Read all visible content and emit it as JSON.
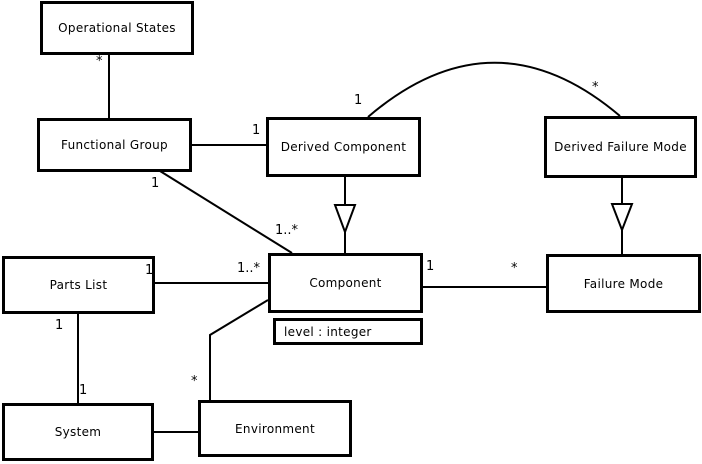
{
  "colors": {
    "background": "#ffffff",
    "line": "#000000",
    "text": "#000000"
  },
  "classes": [
    {
      "name": "Operational States"
    },
    {
      "name": "Functional Group"
    },
    {
      "name": "Derived Component"
    },
    {
      "name": "Derived Failure Mode"
    },
    {
      "name": "Parts List"
    },
    {
      "name": "Component",
      "attribute": "level : integer"
    },
    {
      "name": "Failure Mode"
    },
    {
      "name": "System"
    },
    {
      "name": "Environment"
    }
  ],
  "multiplicities": [
    {
      "text": "*"
    },
    {
      "text": "1"
    },
    {
      "text": "1"
    },
    {
      "text": "1..*"
    },
    {
      "text": "1"
    },
    {
      "text": "*"
    },
    {
      "text": "1"
    },
    {
      "text": "1..*"
    },
    {
      "text": "1"
    },
    {
      "text": "*"
    },
    {
      "text": "1"
    },
    {
      "text": "1"
    },
    {
      "text": "*"
    }
  ],
  "relationships": [
    {
      "from": "Operational States",
      "to": "Functional Group",
      "type": "association",
      "from_multiplicity": "*"
    },
    {
      "from": "Functional Group",
      "to": "Derived Component",
      "type": "association",
      "to_multiplicity": "1"
    },
    {
      "from": "Functional Group",
      "to": "Component",
      "type": "association",
      "from_multiplicity": "1",
      "to_multiplicity": "1..*"
    },
    {
      "from": "Derived Component",
      "to": "Component",
      "type": "generalization"
    },
    {
      "from": "Derived Component",
      "to": "Derived Failure Mode",
      "type": "association",
      "from_multiplicity": "1",
      "to_multiplicity": "*"
    },
    {
      "from": "Derived Failure Mode",
      "to": "Failure Mode",
      "type": "generalization"
    },
    {
      "from": "Parts List",
      "to": "Component",
      "type": "association",
      "from_multiplicity": "1",
      "to_multiplicity": "1..*"
    },
    {
      "from": "Component",
      "to": "Failure Mode",
      "type": "association",
      "from_multiplicity": "1",
      "to_multiplicity": "*"
    },
    {
      "from": "Parts List",
      "to": "System",
      "type": "association",
      "from_multiplicity": "1",
      "to_multiplicity": "1"
    },
    {
      "from": "System",
      "to": "Environment",
      "type": "association"
    },
    {
      "from": "Component",
      "to": "Environment",
      "type": "association",
      "to_multiplicity": "*"
    }
  ]
}
